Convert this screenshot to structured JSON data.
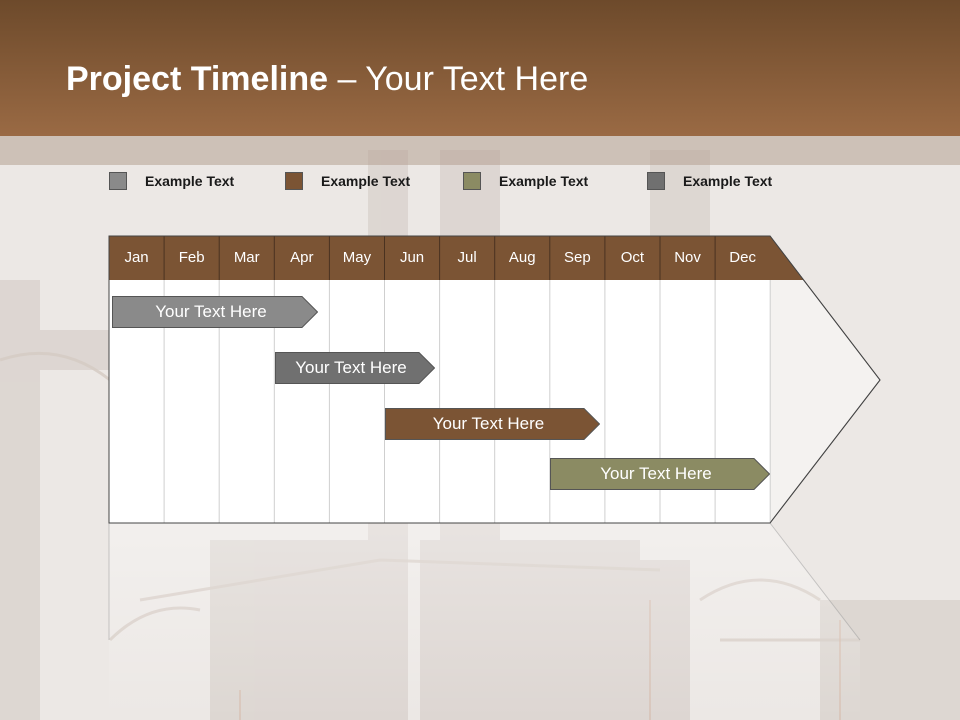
{
  "title": {
    "bold": "Project Timeline",
    "rest": " – Your Text Here"
  },
  "colors": {
    "header": "#8a5e3b",
    "gray": "#8a8a8a",
    "brown": "#7b5434",
    "olive": "#8b8b63",
    "dark_gray": "#707070"
  },
  "legend": [
    {
      "label": "Example Text",
      "color": "#8a8a8a"
    },
    {
      "label": "Example Text",
      "color": "#7b5434"
    },
    {
      "label": "Example Text",
      "color": "#8b8b63"
    },
    {
      "label": "Example Text",
      "color": "#707070"
    }
  ],
  "months": [
    "Jan",
    "Feb",
    "Mar",
    "Apr",
    "May",
    "Jun",
    "Jul",
    "Aug",
    "Sep",
    "Oct",
    "Nov",
    "Dec"
  ],
  "tasks": [
    {
      "label": "Your  Text Here",
      "start_month": 0.0,
      "end_month": 3.8,
      "color": "#8a8a8a"
    },
    {
      "label": "Your  Text Here",
      "start_month": 2.95,
      "end_month": 5.9,
      "color": "#707070"
    },
    {
      "label": "Your  Text Here",
      "start_month": 4.95,
      "end_month": 8.9,
      "color": "#7b5434"
    },
    {
      "label": "Your  Text Here",
      "start_month": 7.95,
      "end_month": 12.0,
      "color": "#8b8b63"
    }
  ]
}
